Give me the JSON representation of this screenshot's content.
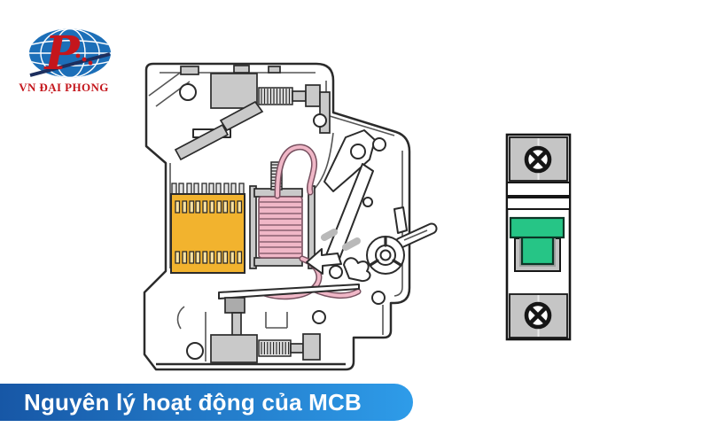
{
  "page": {
    "background_color": "#FFFFFF"
  },
  "logo": {
    "company": "VN ĐẠI PHONG",
    "monogram_letter": "P"
  },
  "banner": {
    "title": "Nguyên lý hoạt động của MCB"
  },
  "colors": {
    "page-bg": "#FFFFFF",
    "outline": "#2B2B2B",
    "inner-line": "#555555",
    "metal-gray": "#C9C9C9",
    "metal-light": "#E2E2E2",
    "metal-dark": "#ABABAB",
    "arc-yellow": "#F2B32E",
    "vent-yellow": "#FCE3A1",
    "coil-pink": "#F0B7C7",
    "coil-dark": "#77505F",
    "toggle-green": "#26C586",
    "panel-gray": "#C5C5C5",
    "fv-outline": "#161616",
    "banner-left": "#1757A6",
    "banner-right": "#2E9CE9",
    "banner-text": "#FFFFFF",
    "logo-globe": "#1C6FB8",
    "logo-red": "#C4161C",
    "logo-swoosh": "#1D2F5E"
  },
  "illustration": {
    "cutaway_parts": [
      "case",
      "top-terminal",
      "terminal-screw-spring",
      "arc-chute",
      "solenoid-coil",
      "coil-wire",
      "trip-lever",
      "latch",
      "rotary-mechanism",
      "operating-handle",
      "moving-contact",
      "bottom-terminal"
    ],
    "front_view_parts": [
      "housing",
      "top-terminal-screw",
      "rating-bands",
      "toggle-switch",
      "bottom-terminal-screw"
    ]
  }
}
